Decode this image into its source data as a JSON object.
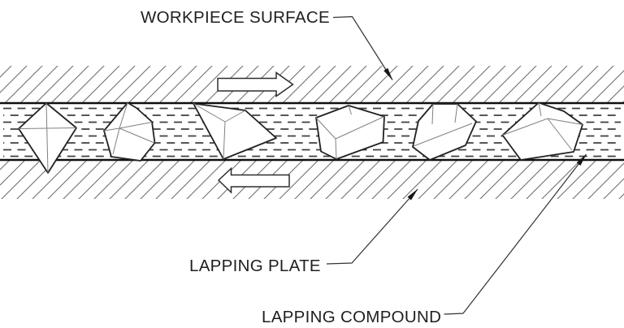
{
  "diagram": {
    "type": "technical-illustration",
    "subject": "Lapping process cross-section",
    "background_color": "#ffffff",
    "line_color": "#1a1a1a",
    "hatch_color": "#6f6f6f",
    "dash_color": "#3f3f3f",
    "labels": {
      "workpiece_surface": "WORKPIECE SURFACE",
      "lapping_plate": "LAPPING PLATE",
      "lapping_compound": "LAPPING COMPOUND"
    },
    "layers": [
      {
        "name": "workpiece",
        "fill": "diagonal-hatch",
        "motion": "right"
      },
      {
        "name": "lapping-compound",
        "fill": "dashed-fluid",
        "abrasive_particles": 6
      },
      {
        "name": "lapping-plate",
        "fill": "diagonal-hatch",
        "motion": "left"
      }
    ],
    "arrows": [
      {
        "band": "workpiece",
        "direction": "right"
      },
      {
        "band": "lapping-plate",
        "direction": "left"
      }
    ]
  }
}
